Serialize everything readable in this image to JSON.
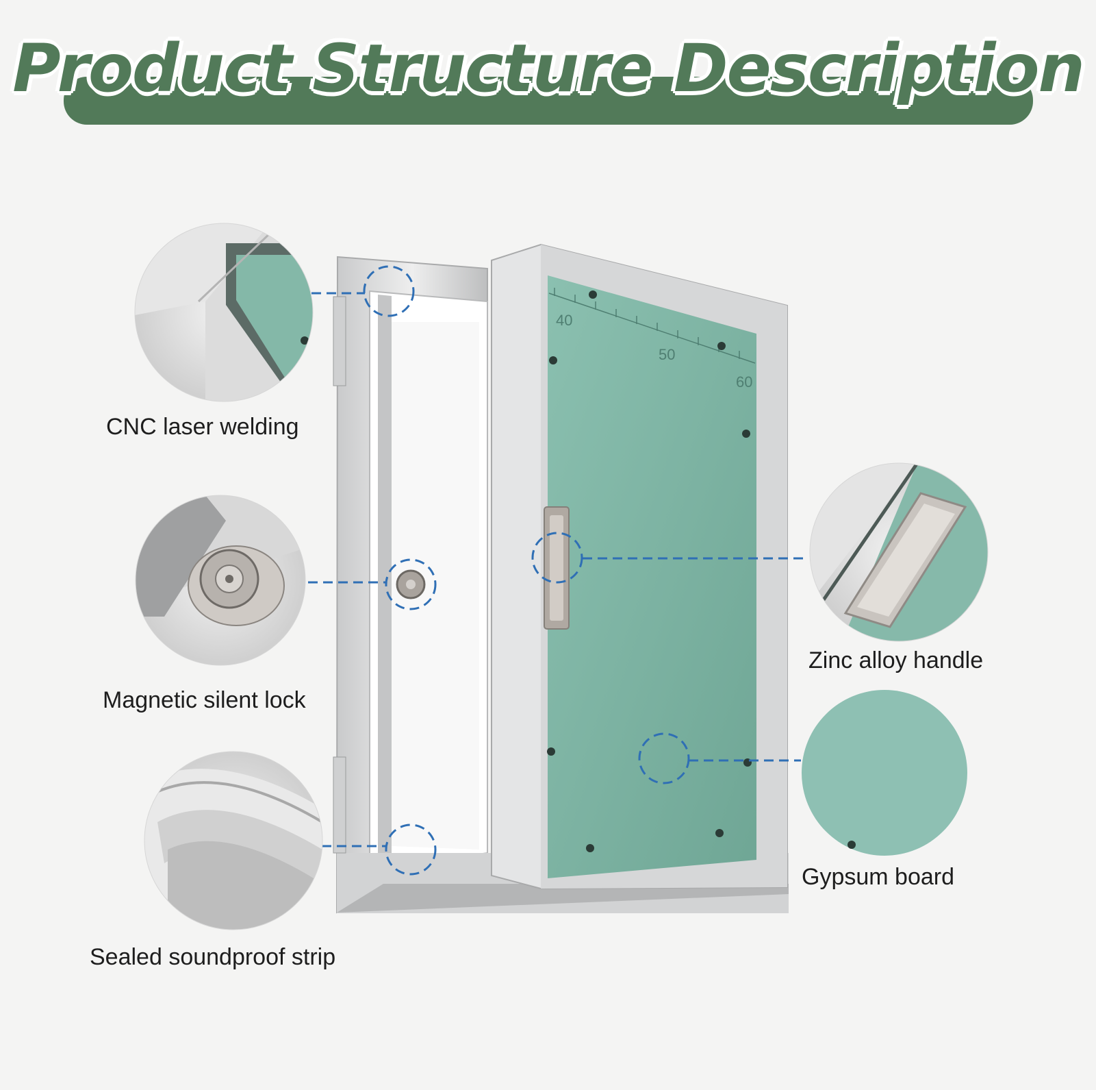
{
  "header": {
    "title": "Product Structure Description"
  },
  "features": [
    {
      "label": "CNC laser welding",
      "icon": "welded-corner-icon"
    },
    {
      "label": "Magnetic silent lock",
      "icon": "magnetic-lock-icon"
    },
    {
      "label": "Sealed soundproof strip",
      "icon": "seal-strip-icon"
    },
    {
      "label": "Zinc alloy handle",
      "icon": "handle-icon"
    },
    {
      "label": "Gypsum board",
      "icon": "gypsum-board-icon"
    }
  ],
  "ruler": {
    "marks": [
      "40",
      "50",
      "60"
    ]
  },
  "colors": {
    "banner": "#527a59",
    "board": "#7fb3a4",
    "callout_line": "#2f6fb5",
    "frame": "#d9dadb",
    "background": "#f4f4f3"
  }
}
